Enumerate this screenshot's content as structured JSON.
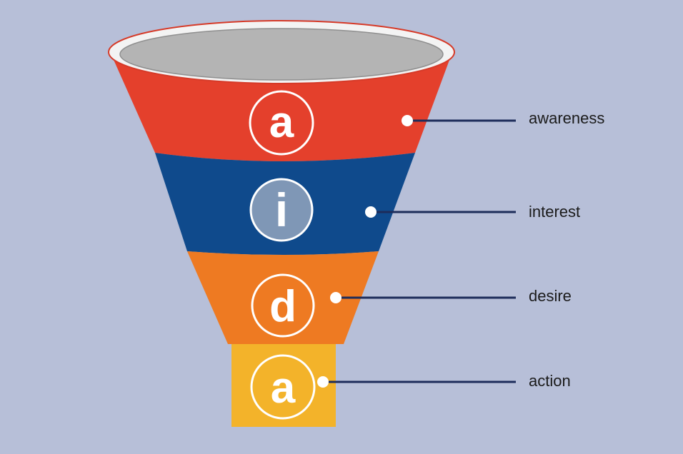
{
  "colors": {
    "background": "#b7bfd8",
    "funnel_rim": "#f3f3f3",
    "funnel_opening": "#b4b4b4",
    "connector": "#1d2c5a"
  },
  "stages": [
    {
      "letter": "a",
      "label": "awareness",
      "color": "#e4402c",
      "badge_fill": "#e4402c"
    },
    {
      "letter": "i",
      "label": "interest",
      "color": "#0f4a8c",
      "badge_fill": "#7f97b6"
    },
    {
      "letter": "d",
      "label": "desire",
      "color": "#ee7a22",
      "badge_fill": "#ee7a22"
    },
    {
      "letter": "a",
      "label": "action",
      "color": "#f3b32a",
      "badge_fill": "#f3b32a"
    }
  ]
}
